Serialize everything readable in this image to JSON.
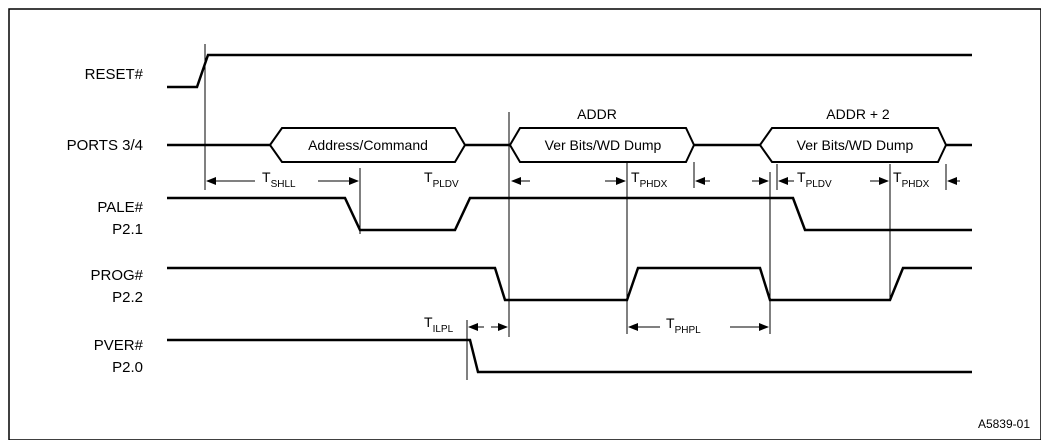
{
  "signals": {
    "reset": "RESET#",
    "ports": "PORTS 3/4",
    "pale": "PALE#",
    "pale_pin": "P2.1",
    "prog": "PROG#",
    "prog_pin": "P2.2",
    "pver": "PVER#",
    "pver_pin": "P2.0"
  },
  "bus": {
    "segment1": "Address/Command",
    "segment2": "Ver Bits/WD Dump",
    "segment3": "Ver Bits/WD Dump",
    "above2": "ADDR",
    "above3": "ADDR + 2"
  },
  "timing": {
    "shll": {
      "main": "T",
      "sub": "SHLL"
    },
    "pldv1": {
      "main": "T",
      "sub": "PLDV"
    },
    "phdx1": {
      "main": "T",
      "sub": "PHDX"
    },
    "pldv2": {
      "main": "T",
      "sub": "PLDV"
    },
    "phdx2": {
      "main": "T",
      "sub": "PHDX"
    },
    "ilpl": {
      "main": "T",
      "sub": "ILPL"
    },
    "phpl": {
      "main": "T",
      "sub": "PHPL"
    }
  },
  "figure_id": "A5839-01"
}
